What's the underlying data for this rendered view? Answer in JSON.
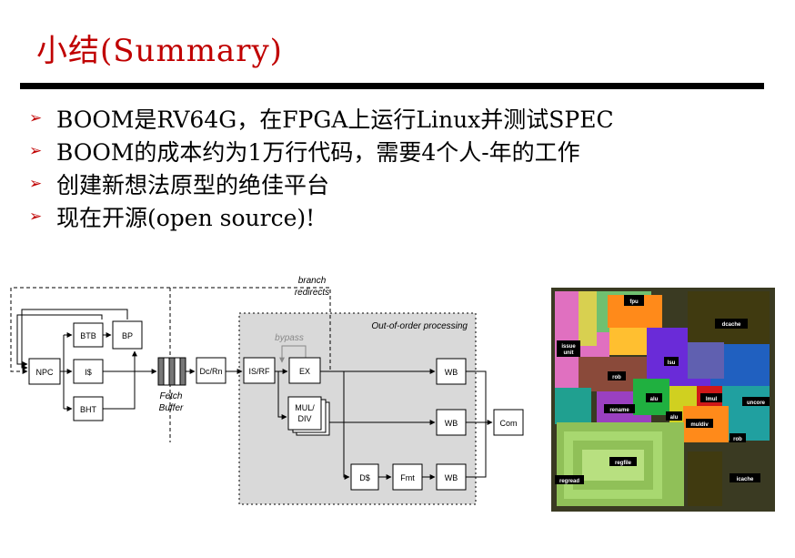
{
  "slide": {
    "title": "小结(Summary)",
    "bullets": [
      "BOOM是RV64G，在FPGA上运行Linux并测试SPEC",
      "BOOM的成本约为1万行代码，需要4个人-年的工作",
      "创建新想法原型的绝佳平台",
      "现在开源(open source)!"
    ],
    "accent_color": "#c00000",
    "bullet_icon": "arrow-bullet-icon"
  },
  "diagram": {
    "branch_label_1": "branch",
    "branch_label_2": "redirects",
    "ooo_label": "Out-of-order processing",
    "bypass_label": "bypass",
    "fetch_buffer_label_1": "Fetch",
    "fetch_buffer_label_2": "Buffer",
    "blocks": {
      "npc": "NPC",
      "btb": "BTB",
      "bp": "BP",
      "icache": "I$",
      "bht": "BHT",
      "dcrn": "Dc/Rn",
      "isrf": "IS/RF",
      "ex": "EX",
      "muldiv_1": "MUL/",
      "muldiv_2": "DIV",
      "dcache": "D$",
      "fmt": "Fmt",
      "wb1": "WB",
      "wb2": "WB",
      "wb3": "WB",
      "com": "Com"
    }
  },
  "die_photo": {
    "labels": {
      "fpu": "fpu",
      "issue_1": "issue",
      "issue_2": "unit",
      "lsu": "lsu",
      "dcache": "dcache",
      "rob1": "rob",
      "alu1": "alu",
      "lmul": "lmul",
      "uncore": "uncore",
      "rename": "rename",
      "alu2": "alu",
      "muldiv": "muldiv",
      "rob2": "rob",
      "regfile": "regfile",
      "regread": "regread",
      "icache": "icache"
    }
  }
}
